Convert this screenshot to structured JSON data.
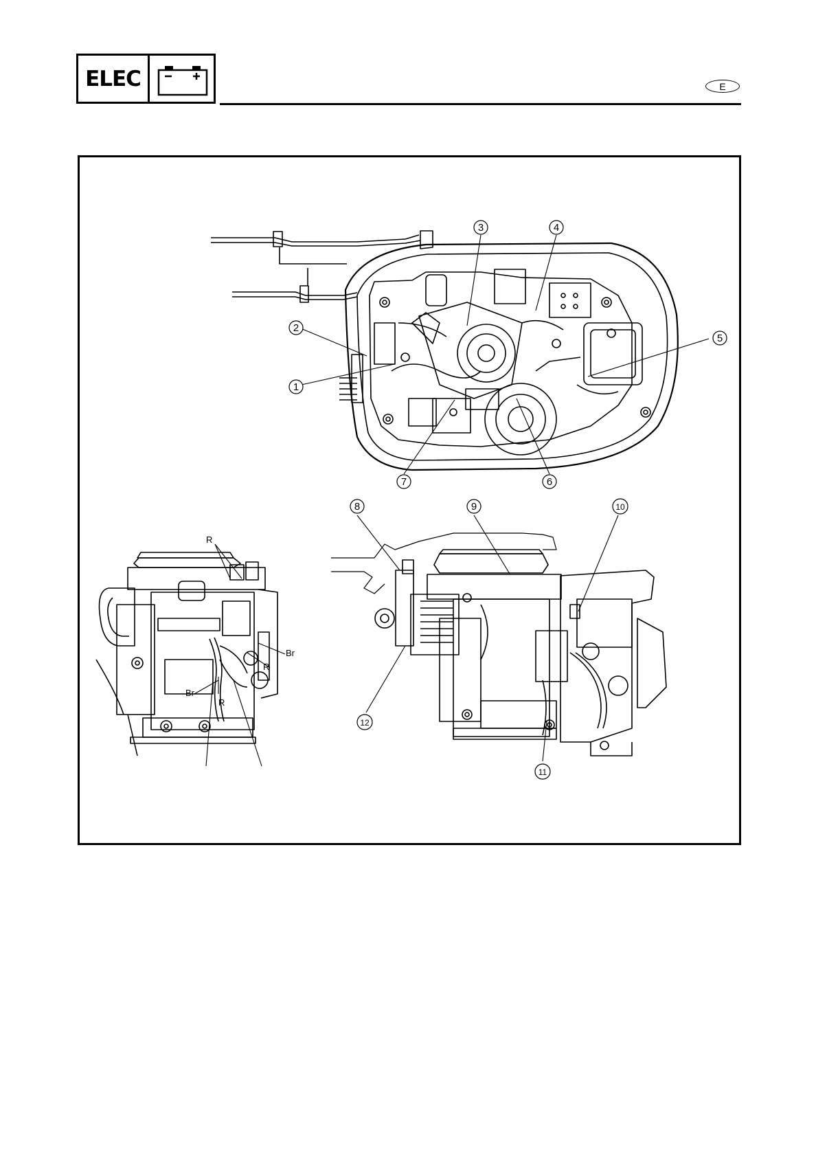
{
  "header": {
    "section_code": "ELEC",
    "battery_icon": "battery-icon",
    "language_mark": "E"
  },
  "figure": {
    "callouts": [
      "1",
      "2",
      "3",
      "4",
      "5",
      "6",
      "7",
      "8",
      "9",
      "10",
      "11",
      "12"
    ],
    "wire_labels": {
      "r_top": "R",
      "br_right": "Br",
      "r_mid": "R",
      "br_left": "Br",
      "r_low": "R"
    }
  }
}
